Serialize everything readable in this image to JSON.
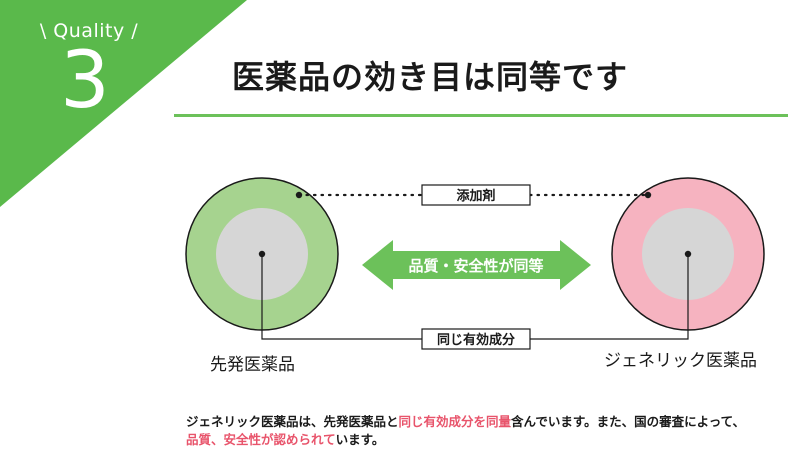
{
  "badge": {
    "label": "\\ Quality /",
    "number": "3",
    "color": "#5ab94b"
  },
  "title": "医薬品の効き目は同等です",
  "diagram": {
    "additive_label": "添加剤",
    "arrow_label": "品質・安全性が同等",
    "active_label": "同じ有効成分",
    "left_label": "先発医薬品",
    "right_label": "ジェネリック医薬品",
    "colors": {
      "accent": "#6cc15a",
      "left_ring": "#a6d38f",
      "right_ring": "#f6b3c0",
      "core": "#d6d6d6"
    }
  },
  "footer": {
    "line1_a": "ジェネリック医薬品は、先発医薬品と",
    "line1_hl": "同じ有効成分を同量",
    "line1_b": "含んでいます。また、国の審査によって、",
    "line2_hl": "品質、安全性が認められて",
    "line2_b": "います。",
    "highlight_color": "#e8546b"
  }
}
